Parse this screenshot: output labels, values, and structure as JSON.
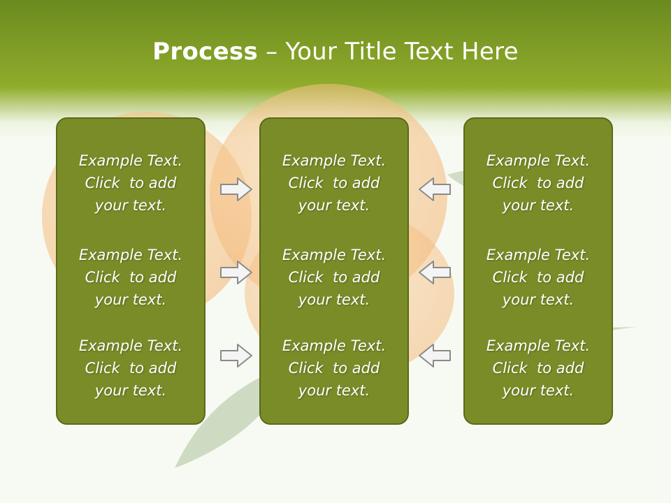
{
  "slide": {
    "title_bold": "Process",
    "title_rest": " – Your Title Text Here"
  },
  "panels": {
    "left": {
      "blocks": [
        {
          "line1": "Example Text.",
          "line2": "Click  to add",
          "line3": "your text."
        },
        {
          "line1": "Example Text.",
          "line2": "Click  to add",
          "line3": "your text."
        },
        {
          "line1": "Example Text.",
          "line2": "Click  to add",
          "line3": "your text."
        }
      ]
    },
    "middle": {
      "blocks": [
        {
          "line1": "Example Text.",
          "line2": "Click  to add",
          "line3": "your text."
        },
        {
          "line1": "Example Text.",
          "line2": "Click  to add",
          "line3": "your text."
        },
        {
          "line1": "Example Text.",
          "line2": "Click  to add",
          "line3": "your text."
        }
      ]
    },
    "right": {
      "blocks": [
        {
          "line1": "Example Text.",
          "line2": "Click  to add",
          "line3": "your text."
        },
        {
          "line1": "Example Text.",
          "line2": "Click  to add",
          "line3": "your text."
        },
        {
          "line1": "Example Text.",
          "line2": "Click  to add",
          "line3": "your text."
        }
      ]
    }
  },
  "arrows": {
    "left_group": "arrow-right-icon",
    "right_group": "arrow-left-icon"
  },
  "colors": {
    "header_green": "#8fac2b",
    "panel_fill": "#7a8c28",
    "panel_border": "#5a6a18",
    "arrow_fill": "#f4f4f4",
    "arrow_stroke": "#8a8a8a"
  }
}
